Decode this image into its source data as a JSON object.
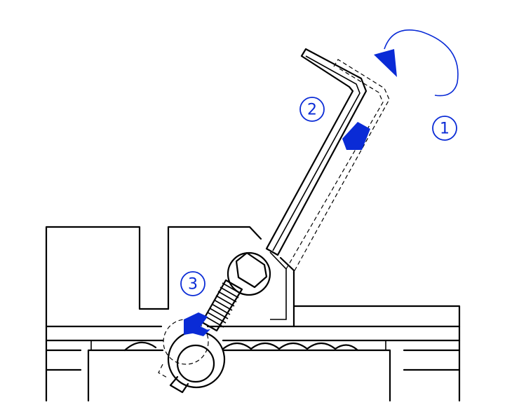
{
  "steps": [
    {
      "label": "1"
    },
    {
      "label": "2"
    },
    {
      "label": "3"
    }
  ],
  "colors": {
    "accent": "#0a2bd6",
    "ink": "#000000",
    "background": "#ffffff"
  }
}
